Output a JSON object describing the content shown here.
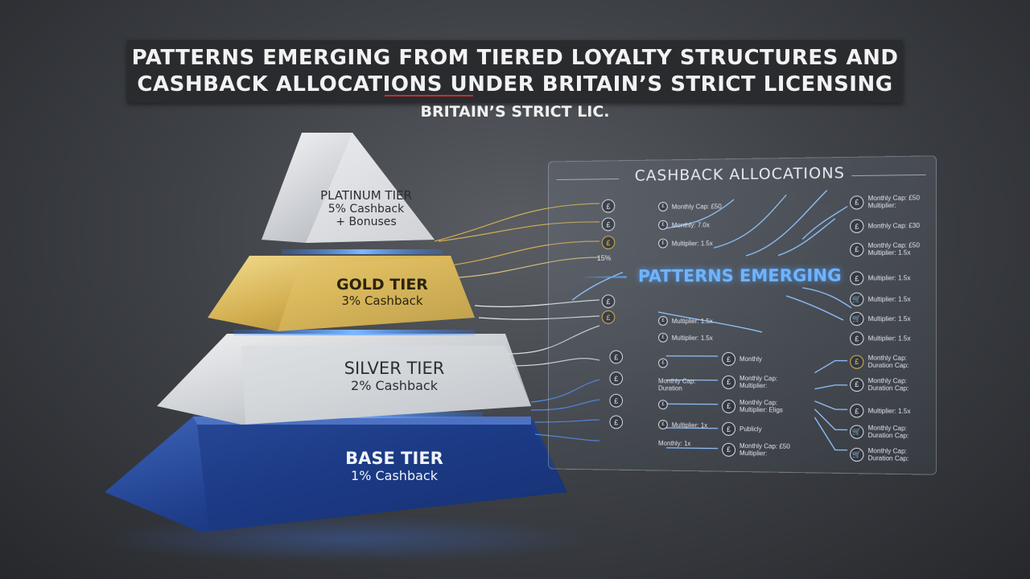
{
  "title": {
    "line1": "PATTERNS EMERGING FROM TIERED LOYALTY STRUCTURES AND",
    "line2": "CASHBACK ALLOCATIONS UNDER BRITAIN’S STRICT LICENSING",
    "subtitle": "BRITAIN’S STRICT LIC."
  },
  "tiers": [
    {
      "name": "PLATINUM TIER",
      "line1": "5% Cashback",
      "line2": "+ Bonuses"
    },
    {
      "name": "GOLD TIER",
      "line1": "3% Cashback"
    },
    {
      "name": "SILVER TIER",
      "line1": "2% Cashback"
    },
    {
      "name": "BASE TIER",
      "line1": "1% Cashback"
    }
  ],
  "panel": {
    "title": "CASHBACK ALLOCATIONS",
    "center_label": "PATTERNS EMERGING",
    "pct_label": "15%",
    "pound_icon": "£",
    "cart_icon": "🛒",
    "col2": [
      "Monthly Cap: £50",
      "Monthly: 7.0x",
      "Multiplier: 1.5x",
      "Multiplier: 1.5x",
      "Multiplier: 1.5x"
    ],
    "col2_lower": [
      "Monthly Cap: Duration",
      "Multiplier: 1x",
      "Monthly: 1x"
    ],
    "col3_lower": [
      "Monthly",
      "Monthly Cap: Multiplier:",
      "Monthly Cap: Multiplier: Eligs",
      "Publicly",
      "Monthly Cap: £50 Multiplier:"
    ],
    "col4": [
      "Monthly Cap: £50 Multiplier:",
      "Monthly Cap: £30",
      "Monthly Cap: £50 Multiplier: 1.5x",
      "Multiplier: 1.5x",
      "Multiplier: 1.5x",
      "Multiplier: 1.5x",
      "Multiplier: 1.5x"
    ],
    "col4_lower": [
      "Monthly Cap: Duration Cap:",
      "Monthly Cap: Duration Cap:",
      "Multiplier: 1.5x",
      "Monthly Cap: Duration Cap:",
      "Monthly Cap: Duration Cap:"
    ]
  }
}
